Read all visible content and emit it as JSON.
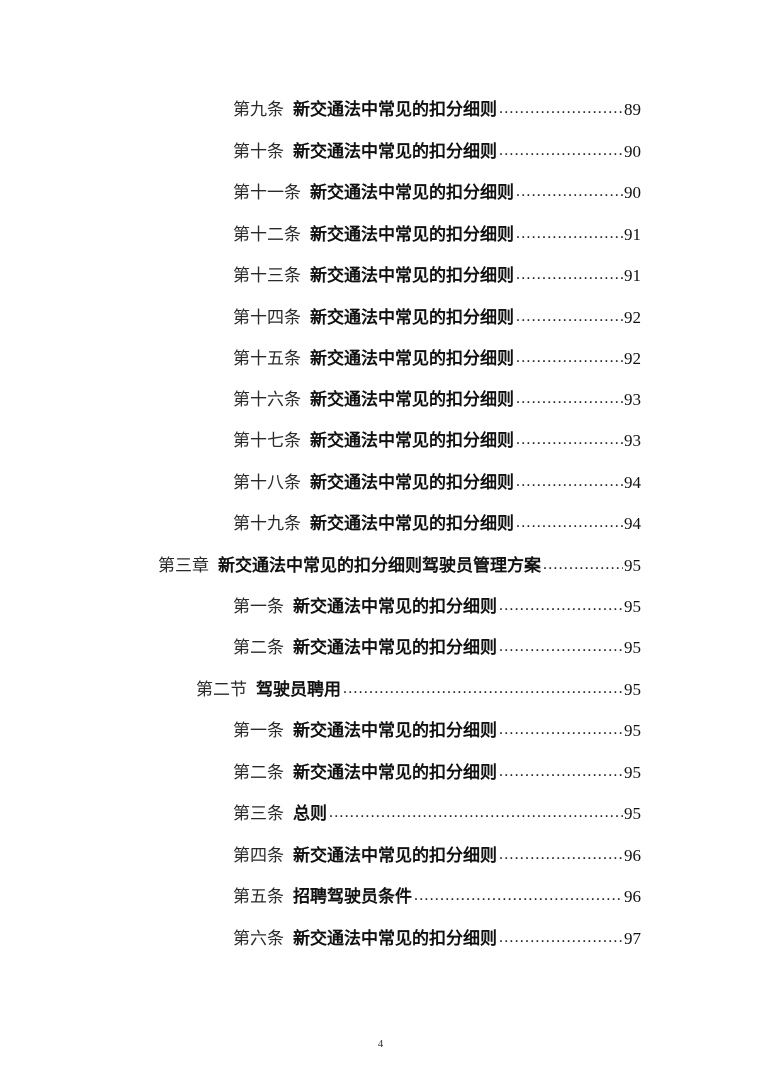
{
  "document": {
    "type": "table-of-contents",
    "footer_page_number": "4"
  },
  "toc": {
    "entries": [
      {
        "level": "article",
        "prefix": "第九条",
        "title": "新交通法中常见的扣分细则",
        "page": "89"
      },
      {
        "level": "article",
        "prefix": "第十条",
        "title": "新交通法中常见的扣分细则",
        "page": "90"
      },
      {
        "level": "article",
        "prefix": "第十一条",
        "title": "新交通法中常见的扣分细则",
        "page": "90"
      },
      {
        "level": "article",
        "prefix": "第十二条",
        "title": "新交通法中常见的扣分细则",
        "page": "91"
      },
      {
        "level": "article",
        "prefix": "第十三条",
        "title": "新交通法中常见的扣分细则",
        "page": "91"
      },
      {
        "level": "article",
        "prefix": "第十四条",
        "title": "新交通法中常见的扣分细则",
        "page": "92"
      },
      {
        "level": "article",
        "prefix": "第十五条",
        "title": "新交通法中常见的扣分细则",
        "page": "92"
      },
      {
        "level": "article",
        "prefix": "第十六条",
        "title": "新交通法中常见的扣分细则",
        "page": "93"
      },
      {
        "level": "article",
        "prefix": "第十七条",
        "title": "新交通法中常见的扣分细则",
        "page": "93"
      },
      {
        "level": "article",
        "prefix": "第十八条",
        "title": "新交通法中常见的扣分细则",
        "page": "94"
      },
      {
        "level": "article",
        "prefix": "第十九条",
        "title": "新交通法中常见的扣分细则",
        "page": "94"
      },
      {
        "level": "chapter",
        "prefix": "第三章",
        "title": "新交通法中常见的扣分细则驾驶员管理方案",
        "page": "95"
      },
      {
        "level": "article",
        "prefix": "第一条",
        "title": "新交通法中常见的扣分细则",
        "page": "95"
      },
      {
        "level": "article",
        "prefix": "第二条",
        "title": "新交通法中常见的扣分细则",
        "page": "95"
      },
      {
        "level": "section",
        "prefix": "第二节",
        "title": "驾驶员聘用",
        "page": "95"
      },
      {
        "level": "article",
        "prefix": "第一条",
        "title": "新交通法中常见的扣分细则",
        "page": "95"
      },
      {
        "level": "article",
        "prefix": "第二条",
        "title": "新交通法中常见的扣分细则",
        "page": "95"
      },
      {
        "level": "article",
        "prefix": "第三条",
        "title": "总则",
        "page": "95"
      },
      {
        "level": "article",
        "prefix": "第四条",
        "title": "新交通法中常见的扣分细则",
        "page": "96"
      },
      {
        "level": "article",
        "prefix": "第五条",
        "title": "招聘驾驶员条件",
        "page": "96"
      },
      {
        "level": "article",
        "prefix": "第六条",
        "title": "新交通法中常见的扣分细则",
        "page": "97"
      }
    ]
  }
}
